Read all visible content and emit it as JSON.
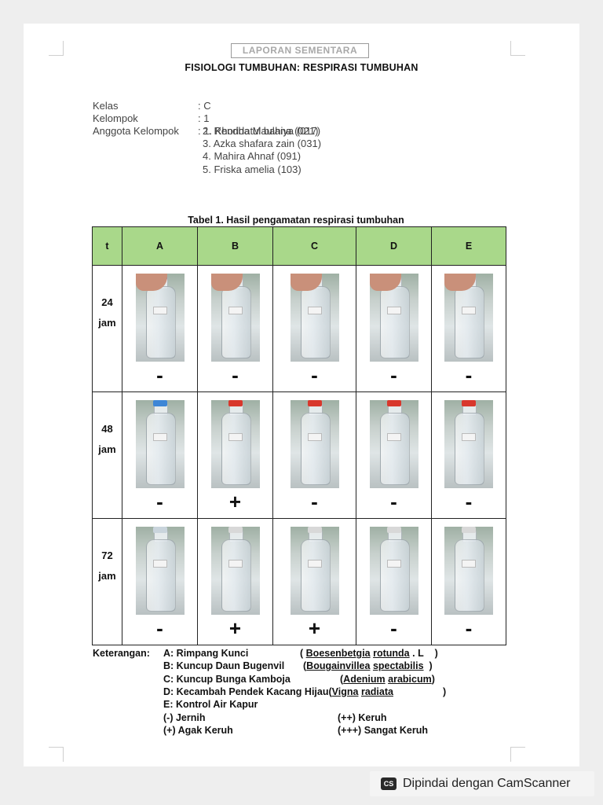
{
  "header_box": "LAPORAN SEMENTARA",
  "title": "FISIOLOGI TUMBUHAN: RESPIRASI TUMBUHAN",
  "info": [
    {
      "label": "Kelas",
      "value": ": C"
    },
    {
      "label": "Kelompok",
      "value": ": 1"
    },
    {
      "label": "Anggota Kelompok",
      "value": ": 1. Khoridatul bahiya (017)"
    }
  ],
  "members": [
    "2. Rendha Maulana (021)",
    "3. Azka shafara zain (031)",
    "4. Mahira Ahnaf (091)",
    "5. Friska amelia (103)"
  ],
  "table_caption": "Tabel 1. Hasil pengamatan respirasi tumbuhan",
  "table": {
    "header_color": "#a9d88a",
    "headers": [
      "t",
      "A",
      "B",
      "C",
      "D",
      "E"
    ],
    "rows": [
      {
        "time": "24",
        "unit": "jam",
        "results": [
          "-",
          "-",
          "-",
          "-",
          "-"
        ]
      },
      {
        "time": "48",
        "unit": "jam",
        "results": [
          "-",
          "+",
          "-",
          "-",
          "-"
        ]
      },
      {
        "time": "72",
        "unit": "jam",
        "results": [
          "-",
          "+",
          "+",
          "-",
          "-"
        ]
      }
    ]
  },
  "legend": {
    "heading": "Keterangan:",
    "A": {
      "text": "A: Rimpang Kunci",
      "open": "(",
      "sci1": "Boesenbetgia",
      "sci2": "rotunda",
      "tail": ". L",
      "close": ")"
    },
    "B": {
      "text": "B: Kuncup Daun  Bugenvil",
      "open": "(",
      "sci1": "Bougainvillea",
      "sci2": "spectabilis",
      "close": ")"
    },
    "C": {
      "text": "C: Kuncup Bunga Kamboja",
      "open": "(",
      "sci1": "Adenium",
      "sci2": "arabicum",
      "close": ")"
    },
    "D": {
      "text": "D: Kecambah Pendek Kacang Hijau",
      "open": "(",
      "sci1": "Vigna",
      "sci2": "radiata",
      "close": ")"
    },
    "E": {
      "text": "E: Kontrol Air Kapur"
    },
    "scale": [
      {
        "symbol": "(-) Jernih"
      },
      {
        "symbol": "(++) Keruh"
      },
      {
        "symbol": "(+) Agak Keruh"
      },
      {
        "symbol": "(+++) Sangat Keruh"
      }
    ]
  },
  "camscanner": {
    "logo": "CS",
    "text": "Dipindai dengan CamScanner"
  }
}
